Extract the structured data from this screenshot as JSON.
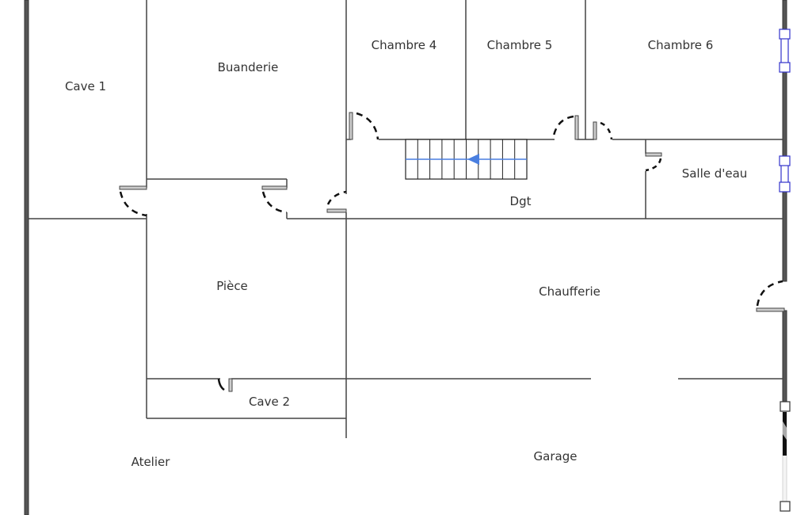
{
  "plan": {
    "rooms": [
      {
        "id": "cave-1",
        "label": "Cave 1"
      },
      {
        "id": "buanderie",
        "label": "Buanderie"
      },
      {
        "id": "chambre-4",
        "label": "Chambre 4"
      },
      {
        "id": "chambre-5",
        "label": "Chambre 5"
      },
      {
        "id": "chambre-6",
        "label": "Chambre 6"
      },
      {
        "id": "salle-d-eau",
        "label": "Salle d'eau"
      },
      {
        "id": "dgt",
        "label": "Dgt"
      },
      {
        "id": "piece",
        "label": "Pièce"
      },
      {
        "id": "chaufferie",
        "label": "Chaufferie"
      },
      {
        "id": "cave-2",
        "label": "Cave 2"
      },
      {
        "id": "atelier",
        "label": "Atelier"
      },
      {
        "id": "garage",
        "label": "Garage"
      }
    ],
    "colors": {
      "wall": "#444444",
      "exterior_wall": "#555555",
      "window": "#3333cc",
      "stair_arrow": "#4a7fe0",
      "door_swing": "#111111"
    },
    "stairs": {
      "steps": 10,
      "direction": "left"
    }
  }
}
